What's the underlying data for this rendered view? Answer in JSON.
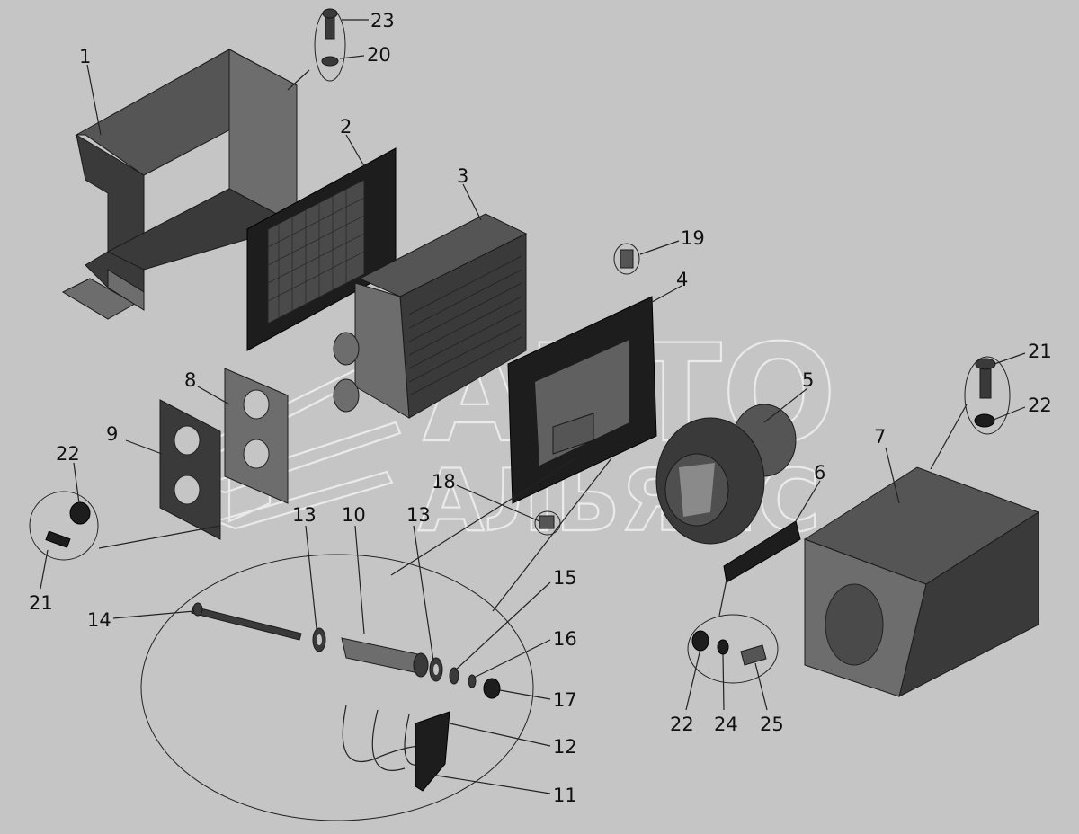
{
  "watermark": {
    "line1": "АВТО",
    "line2": "АЛЬЯНС"
  },
  "callouts": [
    "1",
    "2",
    "3",
    "4",
    "5",
    "6",
    "7",
    "8",
    "9",
    "10",
    "11",
    "12",
    "13",
    "13",
    "14",
    "15",
    "16",
    "17",
    "18",
    "19",
    "20",
    "21",
    "21",
    "22",
    "22",
    "22",
    "23",
    "24",
    "25"
  ],
  "colors": {
    "background": "#c5c5c5",
    "parts_dark": "#3a3a3a",
    "parts_black": "#1d1d1d",
    "watermark": "#efefef"
  }
}
